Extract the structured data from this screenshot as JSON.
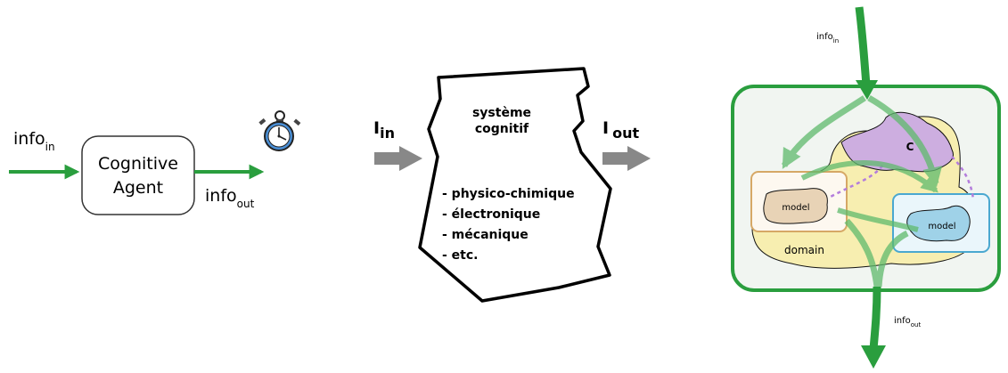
{
  "panel1": {
    "info_in": "info",
    "info_in_sub": "in",
    "agent_line1": "Cognitive",
    "agent_line2": "Agent",
    "info_out": "info",
    "info_out_sub": "out",
    "icon": "stopwatch-icon"
  },
  "panel2": {
    "i_in": "I",
    "i_in_sub": "in",
    "i_out": "I",
    "i_out_sub": "out",
    "title_line1": "système",
    "title_line2": "cognitif",
    "items": [
      "- physico-chimique",
      "- électronique",
      "- mécanique",
      "- etc."
    ]
  },
  "panel3": {
    "info_in": "info",
    "info_in_sub": "in",
    "info_out": "info",
    "info_out_sub": "out",
    "c_label": "C",
    "model_left": "model",
    "model_right": "model",
    "domain": "domain"
  },
  "colors": {
    "green": "#2a9e3e",
    "gray_arrow": "#888888",
    "domain_fill": "#f7eeb0",
    "c_fill": "#cdaee0",
    "model_left_fill": "#e8d3b6",
    "model_right_fill": "#9fd2e8",
    "dotted": "#b47ddc"
  }
}
